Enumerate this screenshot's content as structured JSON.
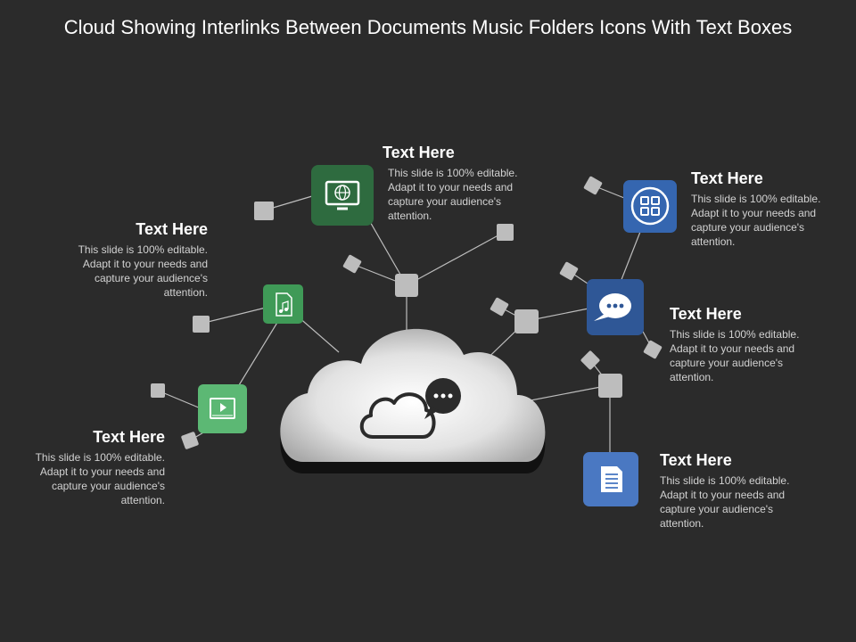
{
  "title": "Cloud Showing Interlinks Between Documents Music Folders Icons With Text Boxes",
  "colors": {
    "background": "#2b2b2b",
    "dark_green": "#2e6b3f",
    "green": "#3f9a57",
    "light_green": "#5cb874",
    "blue": "#3566b0",
    "navy": "#2f5796",
    "light_blue": "#4a78c2",
    "connector": "#bdbdbd"
  },
  "blocks": [
    {
      "heading": "Text Here",
      "body": "This slide is 100% editable. Adapt it to your needs and capture your audience's attention."
    },
    {
      "heading": "Text Here",
      "body": "This slide is 100% editable. Adapt it to your needs and capture your audience's attention."
    },
    {
      "heading": "Text Here",
      "body": "This slide is 100% editable. Adapt it to your needs and capture your audience's attention."
    },
    {
      "heading": "Text Here",
      "body": "This slide is 100% editable. Adapt it to your needs and capture your audience's attention."
    },
    {
      "heading": "Text Here",
      "body": "This slide is 100% editable. Adapt it to your needs and capture your audience's attention."
    },
    {
      "heading": "Text Here",
      "body": "This slide is 100% editable. Adapt it to your needs and capture your audience's attention."
    }
  ],
  "icons": [
    "monitor-globe-icon",
    "music-file-icon",
    "video-player-icon",
    "grid-apps-icon",
    "chat-bubble-icon",
    "document-icon"
  ]
}
